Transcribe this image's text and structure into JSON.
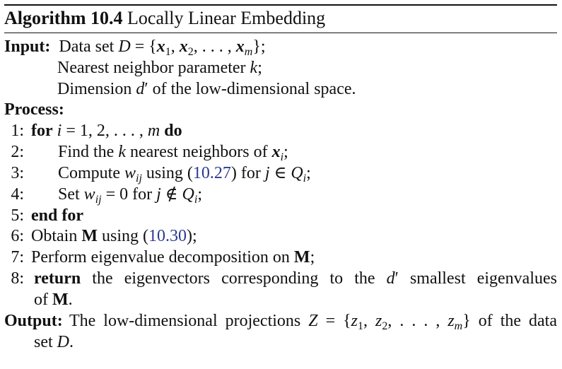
{
  "algorithm": {
    "label": "Algorithm 10.4",
    "name": "Locally Linear Embedding"
  },
  "input": {
    "label": "Input:",
    "lines": [
      "Data set D = {x1, x2, . . . , xm};",
      "Nearest neighbor parameter k;",
      "Dimension d′ of the low-dimensional space."
    ]
  },
  "process": {
    "label": "Process:",
    "steps": [
      {
        "n": "1:",
        "text": "for i = 1, 2, . . . , m do"
      },
      {
        "n": "2:",
        "text": "Find the k nearest neighbors of xi;"
      },
      {
        "n": "3:",
        "text": "Compute wij using (10.27) for j ∈ Qi;"
      },
      {
        "n": "4:",
        "text": "Set wij = 0 for j ∉ Qi;"
      },
      {
        "n": "5:",
        "text": "end for"
      },
      {
        "n": "6:",
        "text": "Obtain M using (10.30);"
      },
      {
        "n": "7:",
        "text": "Perform eigenvalue decomposition on M;"
      },
      {
        "n": "8:",
        "text": "return the eigenvectors corresponding to the d′ smallest eigenvalues of M."
      }
    ],
    "refs": {
      "eq1": "10.27",
      "eq2": "10.30"
    }
  },
  "output": {
    "label": "Output:",
    "text": "The low-dimensional projections Z = {z1, z2, . . . , zm} of the data set D."
  },
  "colors": {
    "text": "#111111",
    "link": "#2b3a8f"
  }
}
